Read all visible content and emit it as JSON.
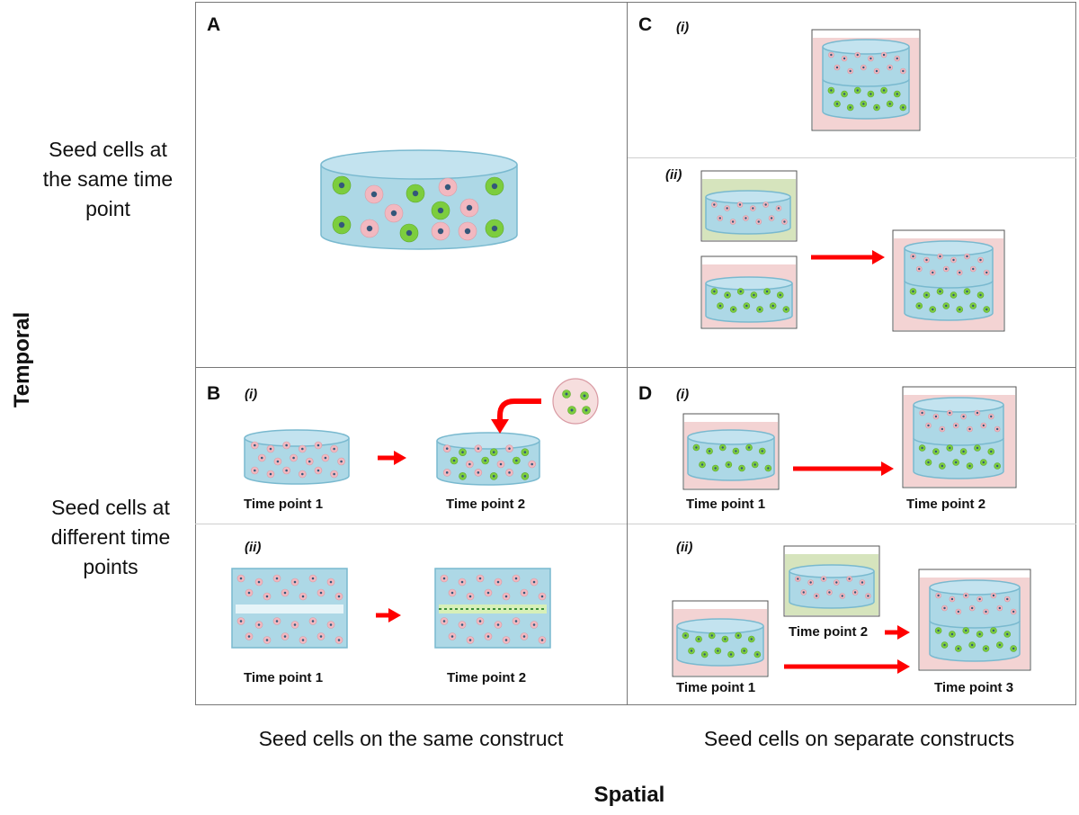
{
  "axes": {
    "vertical": "Temporal",
    "horizontal": "Spatial"
  },
  "rows": {
    "top": "Seed cells at the same time point",
    "bottom": "Seed cells at different time points"
  },
  "columns": {
    "left": "Seed cells on the same construct",
    "right": "Seed cells on separate constructs"
  },
  "panels": {
    "A": {
      "letter": "A"
    },
    "B": {
      "letter": "B",
      "sub_i": "(i)",
      "sub_ii": "(ii)",
      "i_tp1": "Time point 1",
      "i_tp2": "Time point 2",
      "ii_tp1": "Time point 1",
      "ii_tp2": "Time point 2"
    },
    "C": {
      "letter": "C",
      "sub_i": "(i)",
      "sub_ii": "(ii)"
    },
    "D": {
      "letter": "D",
      "sub_i": "(i)",
      "sub_ii": "(ii)",
      "i_tp1": "Time point 1",
      "i_tp2": "Time point 2",
      "ii_tp1": "Time point 1",
      "ii_tp2": "Time point 2",
      "ii_tp3": "Time point 3"
    }
  },
  "colors": {
    "scaffold": "#add8e6",
    "scaffold_stroke": "#79b9cf",
    "green_cell": "#7ccd3e",
    "pink_cell": "#f2b8c0",
    "nucleus": "#34577a",
    "pink_medium": "#f3d3d3",
    "green_medium": "#d6e4bd",
    "arrow": "#ff0000"
  }
}
